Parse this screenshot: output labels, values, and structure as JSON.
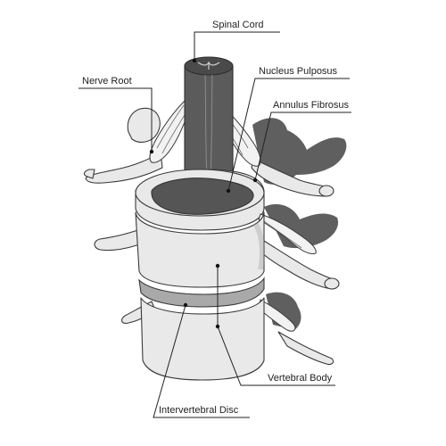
{
  "labels": {
    "spinal_cord": "Spinal Cord",
    "nerve_root": "Nerve Root",
    "nucleus_pulposus": "Nucleus Pulposus",
    "annulus_fibrosus": "Annulus Fibrosus",
    "vertebral_body": "Vertebral Body",
    "intervertebral_disc": "Intervertebral Disc"
  },
  "colors": {
    "background": "#ffffff",
    "bone_light": "#e9e9e9",
    "bone_shadow": "#5f5f5f",
    "cord_dark": "#5b5b5b",
    "disc_gray": "#a9a9a9",
    "leader_line": "#222222"
  }
}
